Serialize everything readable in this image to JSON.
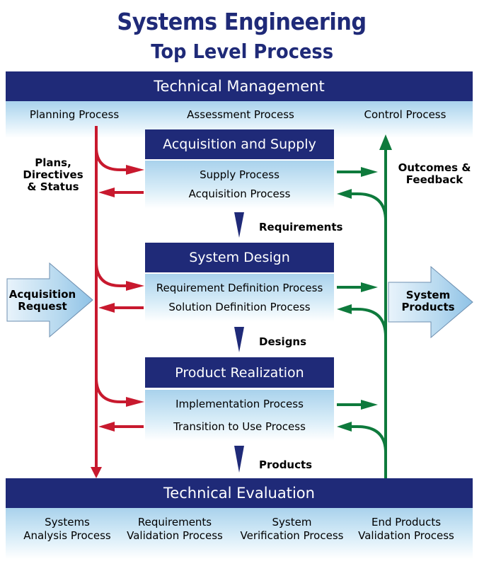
{
  "title": {
    "line1": "Systems Engineering",
    "line2": "Top Level Process"
  },
  "technical_management": {
    "label": "Technical Management",
    "processes": [
      "Planning Process",
      "Assessment Process",
      "Control Process"
    ]
  },
  "side_labels": {
    "plans": [
      "Plans,",
      "Directives",
      "& Status"
    ],
    "outcomes": [
      "Outcomes &",
      "Feedback"
    ],
    "acquisition_request": [
      "Acquisition",
      "Request"
    ],
    "system_products": [
      "System",
      "Products"
    ]
  },
  "acquisition_supply": {
    "label": "Acquisition and Supply",
    "processes": [
      "Supply Process",
      "Acquisition Process"
    ]
  },
  "requirements_label": "Requirements",
  "system_design": {
    "label": "System Design",
    "processes": [
      "Requirement Definition Process",
      "Solution Definition Process"
    ]
  },
  "designs_label": "Designs",
  "product_realization": {
    "label": "Product Realization",
    "processes": [
      "Implementation Process",
      "Transition to Use Process"
    ]
  },
  "products_label": "Products",
  "technical_evaluation": {
    "label": "Technical Evaluation",
    "processes": [
      [
        "Systems",
        "Analysis Process"
      ],
      [
        "Requirements",
        "Validation Process"
      ],
      [
        "System",
        "Verification Process"
      ],
      [
        "End Products",
        "Validation Process"
      ]
    ]
  },
  "colors": {
    "navy": "#1f2a78",
    "red_arrow": "#c8192e",
    "green_arrow": "#0e7a3c",
    "light_blue": "#a9d2ec"
  }
}
